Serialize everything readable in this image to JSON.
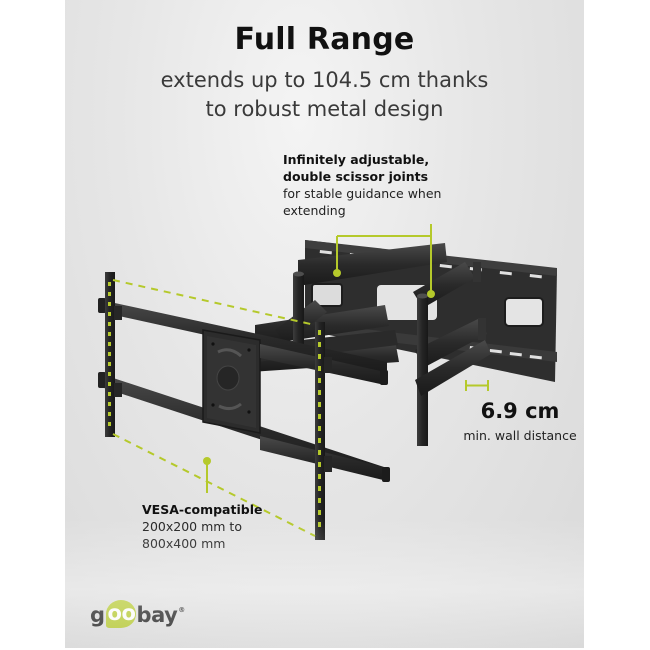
{
  "header": {
    "title": "Full Range",
    "subtitle_line1": "extends up to 104.5 cm thanks",
    "subtitle_line2": "to robust metal design"
  },
  "callouts": {
    "joints": {
      "heading_line1": "Infinitely adjustable,",
      "heading_line2": "double scissor joints",
      "body_line1": "for stable guidance when",
      "body_line2": "extending"
    },
    "wall_distance": {
      "value": "6.9 cm",
      "label": "min. wall distance"
    },
    "vesa": {
      "heading": "VESA-compatible",
      "body_line1": "200x200 mm to",
      "body_line2": "800x400 mm"
    }
  },
  "brand": {
    "logo_prefix": "g",
    "logo_highlight": "oo",
    "logo_suffix": "bay",
    "registered_mark": "®"
  },
  "colors": {
    "accent": "#b5c92b",
    "text_dark": "#111111",
    "metal": "#2b2b2b",
    "background": "#e6e6e6"
  },
  "product": {
    "icon": "tv-wall-mount-full-motion"
  }
}
